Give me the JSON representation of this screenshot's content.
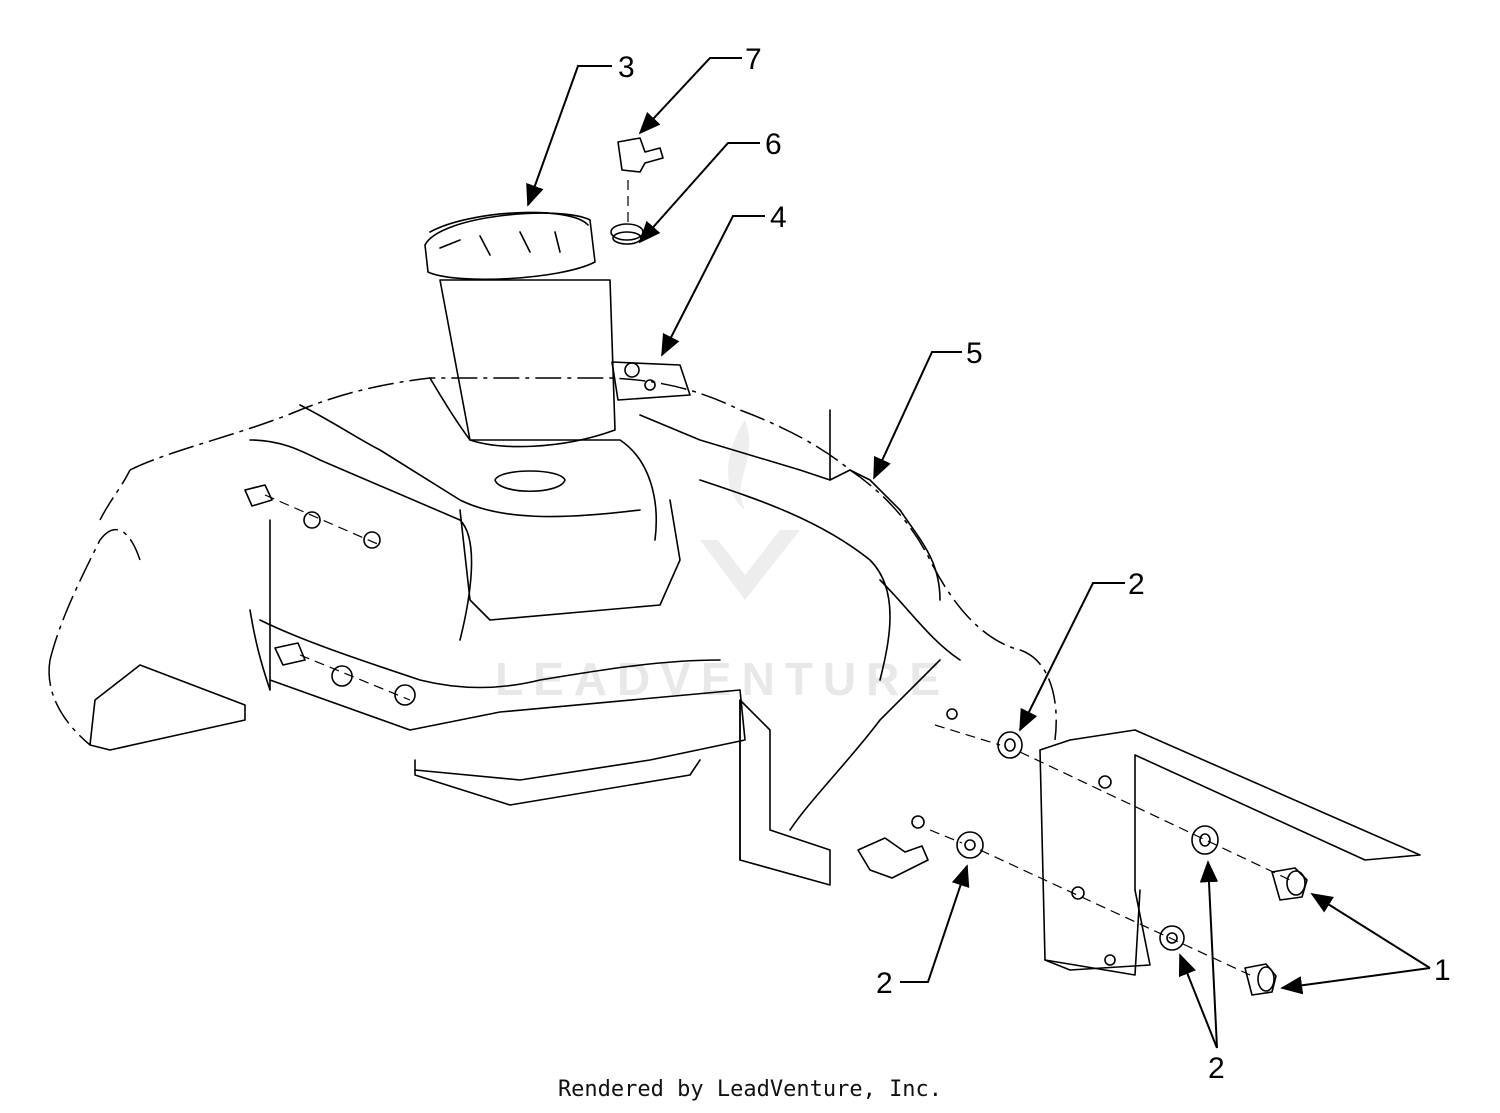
{
  "diagram": {
    "callouts": [
      {
        "id": "c3",
        "label": "3"
      },
      {
        "id": "c7",
        "label": "7"
      },
      {
        "id": "c6",
        "label": "6"
      },
      {
        "id": "c4",
        "label": "4"
      },
      {
        "id": "c5",
        "label": "5"
      },
      {
        "id": "c2a",
        "label": "2"
      },
      {
        "id": "c2b",
        "label": "2"
      },
      {
        "id": "c1",
        "label": "1"
      },
      {
        "id": "c2c",
        "label": "2"
      }
    ],
    "watermark": "LEADVENTURE"
  },
  "footer": {
    "credit": "Rendered by LeadVenture, Inc."
  }
}
